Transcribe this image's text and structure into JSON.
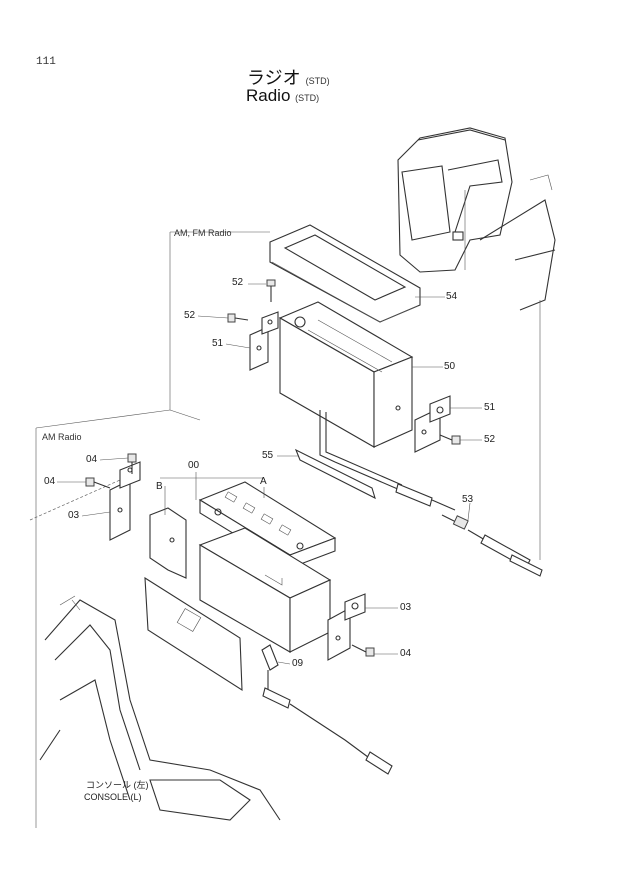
{
  "page_number": "111",
  "title": {
    "jp": "ラジオ",
    "jp_suffix": "(STD)",
    "en": "Radio",
    "en_suffix": "(STD)"
  },
  "sections": {
    "upper": "AM, FM Radio",
    "lower": "AM Radio"
  },
  "callouts": {
    "p54": "54",
    "p52a": "52",
    "p52b": "52",
    "p51a": "51",
    "p50": "50",
    "p51b": "51",
    "p52c": "52",
    "p55": "55",
    "p53": "53",
    "p04a": "04",
    "p04b": "04",
    "p03a": "03",
    "p00": "00",
    "pA": "A",
    "pB": "B",
    "p03b": "03",
    "p04c": "04",
    "p09": "09"
  },
  "console_label": {
    "jp": "コンソール (左)",
    "en": "CONSOLE (L)"
  }
}
